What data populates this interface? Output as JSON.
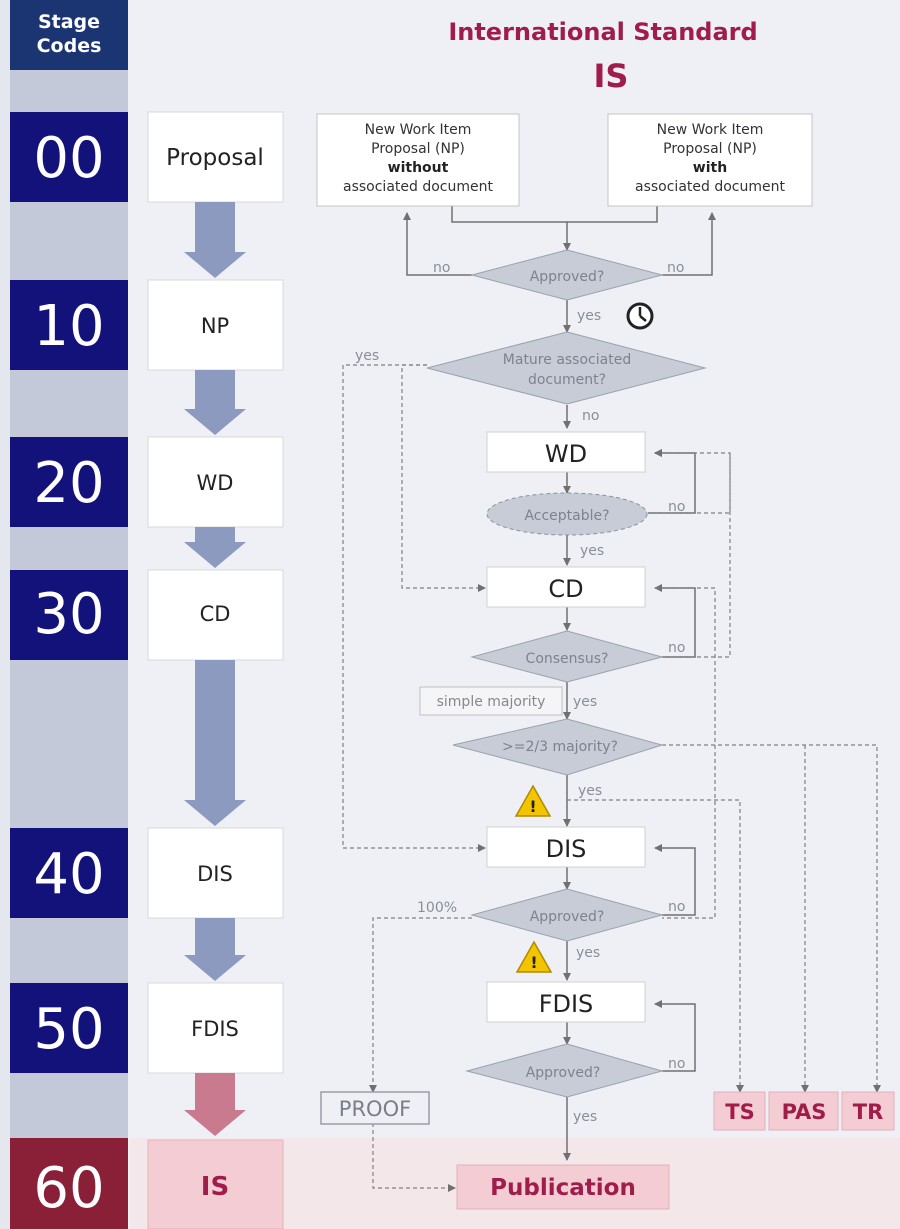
{
  "header": {
    "stage_codes": [
      "Stage",
      "Codes"
    ],
    "title": "International Standard",
    "subtitle": "IS"
  },
  "stages": [
    {
      "code": "00",
      "label": "Proposal"
    },
    {
      "code": "10",
      "label": "NP"
    },
    {
      "code": "20",
      "label": "WD"
    },
    {
      "code": "30",
      "label": "CD"
    },
    {
      "code": "40",
      "label": "DIS"
    },
    {
      "code": "50",
      "label": "FDIS"
    },
    {
      "code": "60",
      "label": "IS"
    }
  ],
  "flow": {
    "np_without": [
      "New Work Item",
      "Proposal (NP)",
      "without",
      "associated document"
    ],
    "np_with": [
      "New Work Item",
      "Proposal (NP)",
      "with",
      "associated document"
    ],
    "approved": "Approved?",
    "mature": [
      "Mature associated",
      "document?"
    ],
    "wd": "WD",
    "acceptable": "Acceptable?",
    "cd": "CD",
    "consensus": "Consensus?",
    "simple_majority": "simple majority",
    "two_thirds": ">=2/3 majority?",
    "dis": "DIS",
    "fdis": "FDIS",
    "proof": "PROOF",
    "publication": "Publication",
    "yes": "yes",
    "no": "no",
    "hundred_pct": "100%",
    "outputs": [
      "TS",
      "PAS",
      "TR"
    ]
  },
  "colors": {
    "navy": "#12127a",
    "maroon": "#8a1f38",
    "title": "#a01c4a",
    "arrow_blue": "#8c9ac0",
    "arrow_pink": "#c97a8e",
    "diamond": "#c8ccd6",
    "pink_box": "#f3cdd3"
  }
}
